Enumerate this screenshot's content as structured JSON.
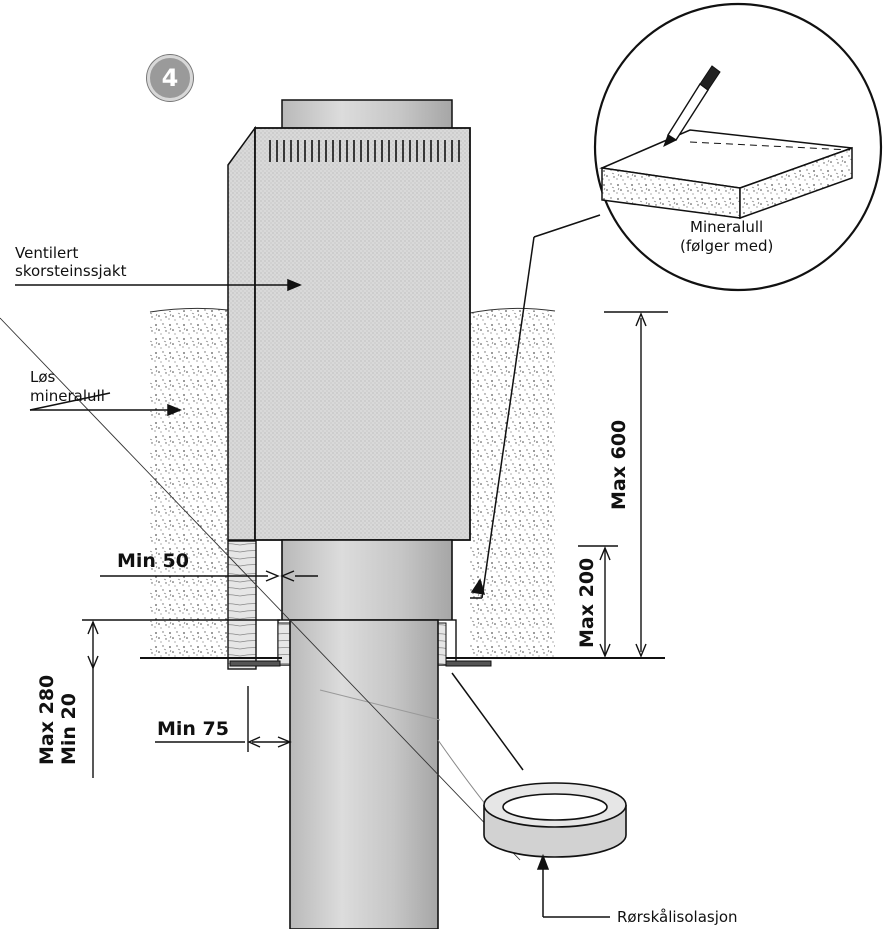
{
  "step_number": "4",
  "labels": {
    "ventilated_shaft_line1": "Ventilert",
    "ventilated_shaft_line2": "skorsteinssjakt",
    "loose_wool_line1": "Løs",
    "loose_wool_line2": "mineralull",
    "mineral_wool_line1": "Mineralull",
    "mineral_wool_line2": "(følger med)",
    "pipe_insulation": "Rørskålisolasjon"
  },
  "dimensions": {
    "min_50": "Min 50",
    "min_75": "Min 75",
    "max_600": "Max 600",
    "max_200": "Max 200",
    "max_280": "Max 280",
    "min_20": "Min 20"
  },
  "colors": {
    "line": "#111111",
    "fill_light": "#dcdcdc",
    "fill_mid": "#c4c4c4",
    "fill_dark": "#a8a8a8"
  }
}
